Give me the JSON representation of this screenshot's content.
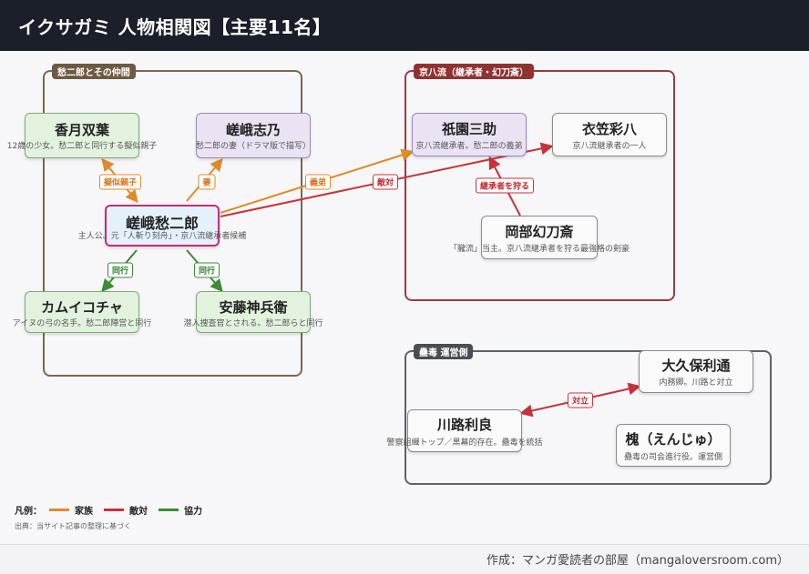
{
  "header": {
    "title": "イクサガミ 人物相関図【主要11名】"
  },
  "groups": {
    "g1": "愁二郎とその仲間",
    "g2": "京八流（継承者・幻刀斎）",
    "g3": "蠱毒 運営側"
  },
  "nodes": {
    "kozuki": {
      "name": "香月双葉",
      "desc": "12歳の少女。愁二郎と同行する擬似親子"
    },
    "shino": {
      "name": "嵯峨志乃",
      "desc": "愁二郎の妻（ドラマ版で描写）"
    },
    "shujiro": {
      "name": "嵯峨愁二郎",
      "desc": "主人公。元「人斬り刻舟」・京八流継承者候補"
    },
    "kamuikocha": {
      "name": "カムイコチャ",
      "desc": "アイヌの弓の名手。愁二郎陣営と同行"
    },
    "ando": {
      "name": "安藤神兵衛",
      "desc": "潜入捜査官とされる。愁二郎らと同行"
    },
    "gion": {
      "name": "祇園三助",
      "desc": "京八流継承者。愁二郎の義弟"
    },
    "kinugasa": {
      "name": "衣笠彩八",
      "desc": "京八流継承者の一人"
    },
    "okabe": {
      "name": "岡部幻刀斎",
      "desc": "「朧流」当主。京八流継承者を狩る最強格の剣豪"
    },
    "okubo": {
      "name": "大久保利通",
      "desc": "内務卿。川路と対立"
    },
    "kawaji": {
      "name": "川路利良",
      "desc": "警察組織トップ／黒幕的存在。蠱毒を統括"
    },
    "enju": {
      "name": "槐（えんじゅ）",
      "desc": "蠱毒の司会進行役。運営側"
    }
  },
  "edges": {
    "pseudo_parent": "擬似親子",
    "wife": "妻",
    "gitei": "義弟",
    "taiketsu": "敵対",
    "hunter": "継承者を狩る",
    "douko1": "同行",
    "douko2": "同行",
    "tairitsu": "対立"
  },
  "colors": {
    "family": "#e08a2a",
    "hostile": "#c8323a",
    "cooperate": "#3b8a36"
  },
  "legend": {
    "title": "凡例：",
    "family": "家族",
    "hostile": "敵対",
    "cooperate": "協力"
  },
  "source": "出典：当サイト記事の整理に基づく",
  "footer": {
    "credit": "作成：マンガ愛読者の部屋（mangaloversroom.com）"
  }
}
